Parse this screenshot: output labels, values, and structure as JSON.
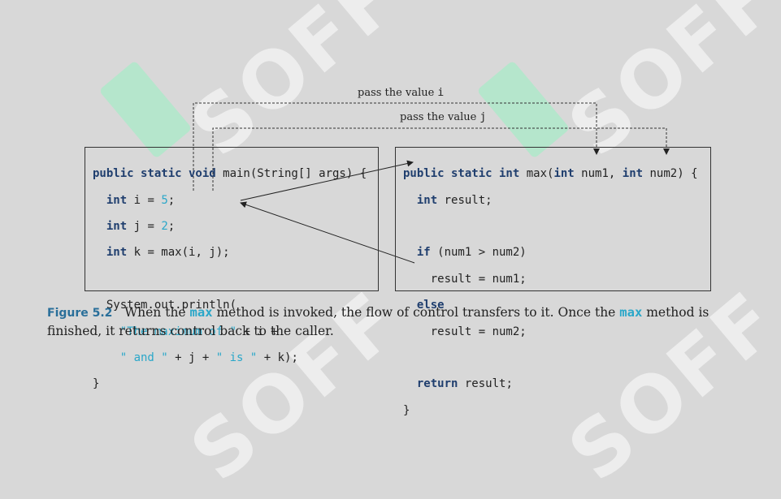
{
  "labels": {
    "pass_i_text": "pass the value ",
    "pass_i_var": "i",
    "pass_j_text": "pass the value ",
    "pass_j_var": "j"
  },
  "main_code": {
    "l1_kw": "public static void",
    "l1_rest": " main(String[] args) {",
    "l2_kw": "int",
    "l2_mid": " i = ",
    "l2_num": "5",
    "l2_end": ";",
    "l3_kw": "int",
    "l3_mid": " j = ",
    "l3_num": "2",
    "l3_end": ";",
    "l4_kw": "int",
    "l4_rest": " k = max(i, j);",
    "l5": "System.out.println(",
    "l6_str": "\"The maximum of \"",
    "l6_rest": " + i +",
    "l7_str1": "\" and \"",
    "l7_mid": " + j + ",
    "l7_str2": "\" is \"",
    "l7_rest": " + k);",
    "l8": "}"
  },
  "max_code": {
    "l1_kw1": "public static int",
    "l1_mid": " max(",
    "l1_kw2": "int",
    "l1_mid2": " num1, ",
    "l1_kw3": "int",
    "l1_end": " num2) {",
    "l2_kw": "int",
    "l2_rest": " result;",
    "l4_kw": "if",
    "l4_rest": " (num1 > num2)",
    "l5": "result = num1;",
    "l6_kw": "else",
    "l7": "result = num2;",
    "l9_kw": "return",
    "l9_rest": " result;",
    "l10": "}"
  },
  "caption": {
    "figure_label": "Figure 5.2",
    "text1": "When the ",
    "mono1": "max",
    "text2": " method is invoked, the flow of control transfers to it. Once the ",
    "mono2": "max",
    "text3": " method is finished, it returns control back to the caller."
  },
  "watermark": "SOFF",
  "colors": {
    "keyword": "#1f3e6e",
    "literal": "#2aa7c9",
    "background": "#d8d8d8",
    "watermark_logo": "#aaebc8"
  }
}
